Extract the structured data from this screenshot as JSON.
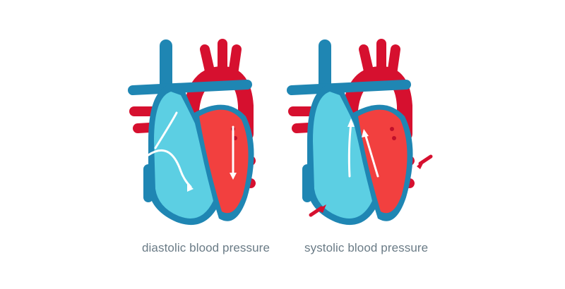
{
  "diagram": {
    "subject": "heart cardiac cycle",
    "panels": [
      {
        "id": "diastole",
        "label": "diastolic blood pressure",
        "arrows": "downward (filling)"
      },
      {
        "id": "systole",
        "label": "systolic blood pressure",
        "arrows": "upward (ejection) with external compression arrows"
      }
    ]
  },
  "colors": {
    "deoxygenated_light": "#5ccfe3",
    "deoxygenated_dark": "#1f86b3",
    "oxygenated": "#f2403f",
    "artery_red": "#d6102f",
    "arrow_white": "#ffffff",
    "caption": "#6a7b86"
  }
}
